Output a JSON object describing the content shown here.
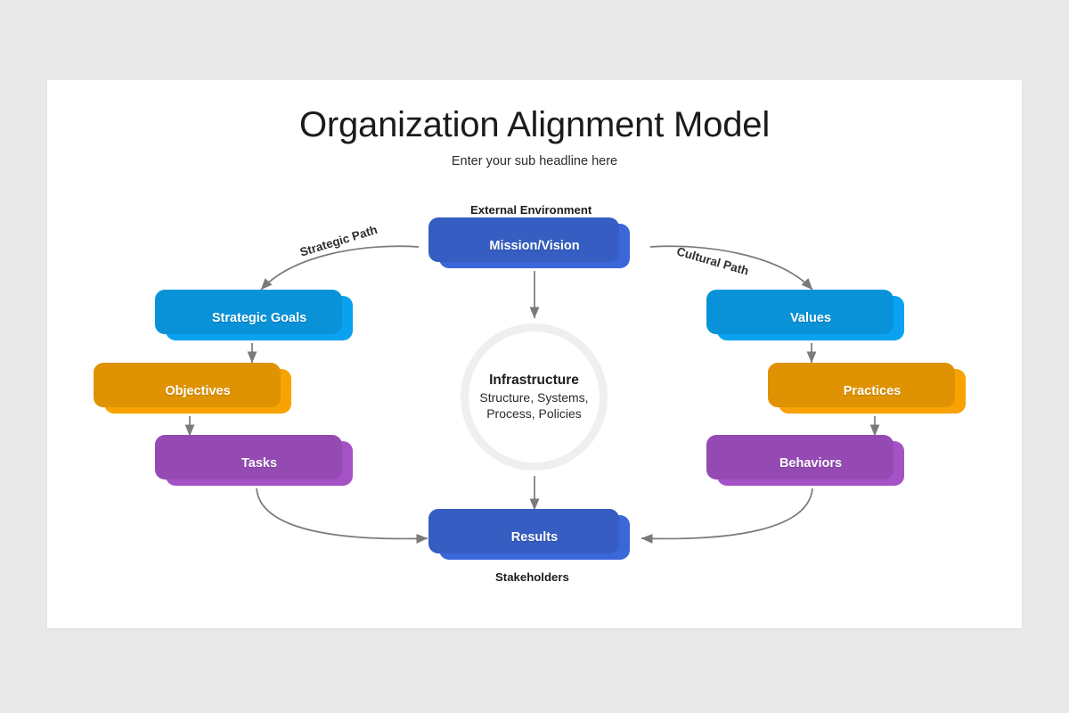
{
  "slide": {
    "title": "Organization Alignment Model",
    "subtitle": "Enter your sub headline here",
    "background_color": "#e9e9e9",
    "card_color": "#ffffff"
  },
  "captions": {
    "external_environment": "External Environment",
    "stakeholders": "Stakeholders"
  },
  "path_labels": {
    "strategic": "Strategic Path",
    "cultural": "Cultural Path"
  },
  "center": {
    "title": "Infrastructure",
    "subtitle": "Structure, Systems,\nProcess, Policies",
    "ring_color": "#efefef",
    "fill_color": "#ffffff"
  },
  "nodes": {
    "mission": {
      "label": "Mission/Vision",
      "color": "#3b67d8"
    },
    "strategic_goals": {
      "label": "Strategic Goals",
      "color": "#0aa2f0"
    },
    "objectives": {
      "label": "Objectives",
      "color": "#f8a303"
    },
    "tasks": {
      "label": "Tasks",
      "color": "#a552c6"
    },
    "values": {
      "label": "Values",
      "color": "#0aa2f0"
    },
    "practices": {
      "label": "Practices",
      "color": "#f8a303"
    },
    "behaviors": {
      "label": "Behaviors",
      "color": "#a552c6"
    },
    "results": {
      "label": "Results",
      "color": "#3b67d8"
    }
  },
  "connector_color": "#7a7a7a",
  "diagram_type": "flow-diagram",
  "flows": [
    {
      "from": "Mission/Vision",
      "to": "Strategic Goals",
      "label": "Strategic Path"
    },
    {
      "from": "Mission/Vision",
      "to": "Values",
      "label": "Cultural Path"
    },
    {
      "from": "Mission/Vision",
      "to": "Infrastructure",
      "label": ""
    },
    {
      "from": "Strategic Goals",
      "to": "Objectives",
      "label": ""
    },
    {
      "from": "Objectives",
      "to": "Tasks",
      "label": ""
    },
    {
      "from": "Values",
      "to": "Practices",
      "label": ""
    },
    {
      "from": "Practices",
      "to": "Behaviors",
      "label": ""
    },
    {
      "from": "Infrastructure",
      "to": "Results",
      "label": ""
    },
    {
      "from": "Tasks",
      "to": "Results",
      "label": ""
    },
    {
      "from": "Behaviors",
      "to": "Results",
      "label": ""
    }
  ]
}
